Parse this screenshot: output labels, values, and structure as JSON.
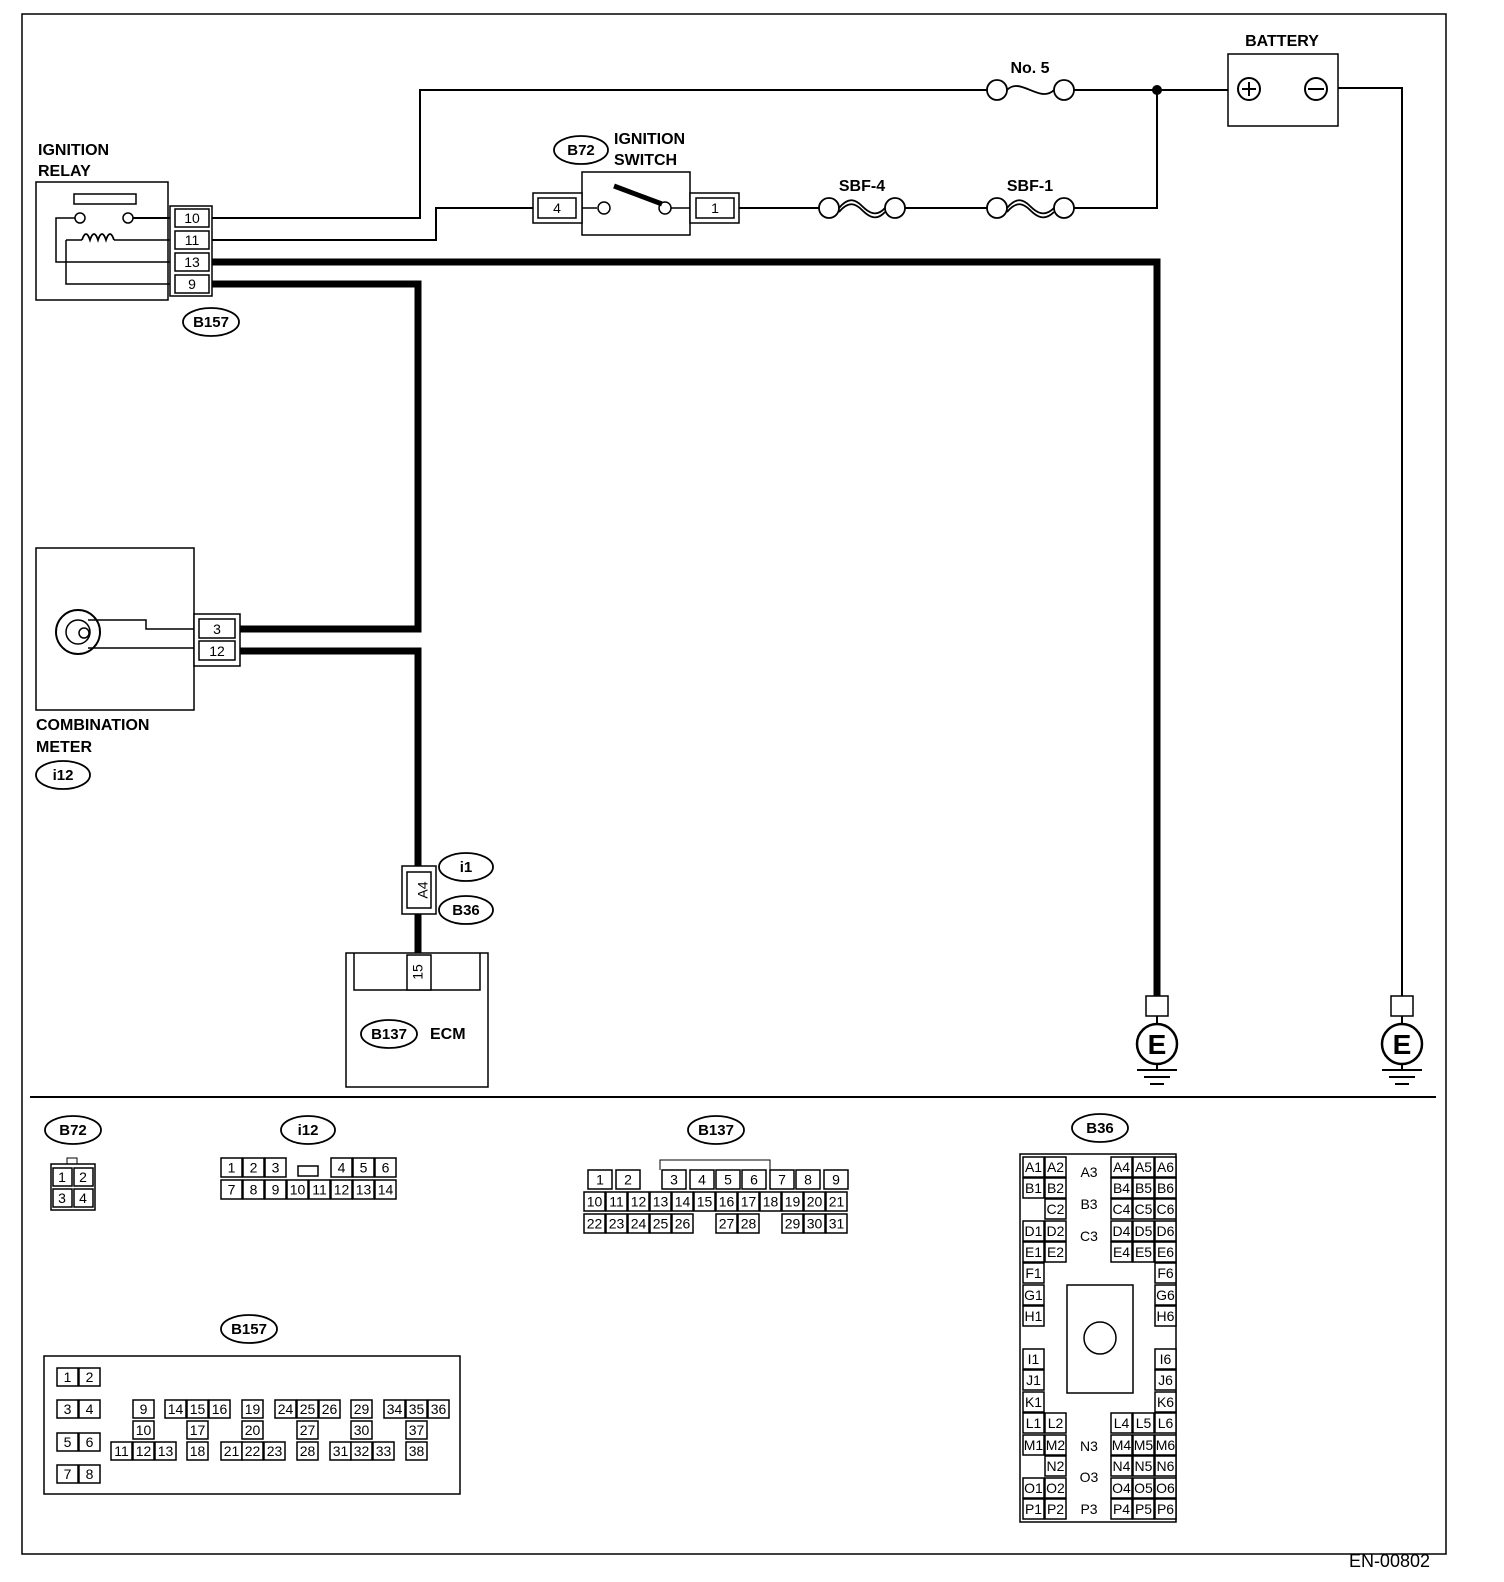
{
  "labels": {
    "ignition_relay": [
      "IGNITION",
      "RELAY"
    ],
    "ignition_switch": [
      "IGNITION",
      "SWITCH"
    ],
    "battery": "BATTERY",
    "fuse_no5": "No. 5",
    "fuse_sbf4": "SBF-4",
    "fuse_sbf1": "SBF-1",
    "combination_meter": [
      "COMBINATION",
      "METER"
    ],
    "ecm": "ECM",
    "ground": "E",
    "battery_plus": "+",
    "battery_minus": "−",
    "figure_code": "EN-00802"
  },
  "connectors": {
    "b72": "B72",
    "b157": "B157",
    "i12": "i12",
    "i1": "i1",
    "b36": "B36",
    "b137": "B137"
  },
  "pins": {
    "relay": [
      "10",
      "11",
      "13",
      "9"
    ],
    "switch_in": "4",
    "switch_out": "1",
    "meter": [
      "3",
      "12"
    ],
    "joint": "A4",
    "ecm": "15"
  },
  "connector_faces": {
    "b72": [
      [
        "1",
        "2"
      ],
      [
        "3",
        "4"
      ]
    ],
    "i12": [
      [
        "1",
        "2",
        "3",
        "",
        "4",
        "5",
        "6"
      ],
      [
        "7",
        "8",
        "9",
        "10",
        "11",
        "12",
        "13",
        "14"
      ]
    ],
    "b137": [
      [
        "1",
        "2",
        "3",
        "4",
        "5",
        "6",
        "7",
        "8",
        "9"
      ],
      [
        "10",
        "11",
        "12",
        "13",
        "14",
        "15",
        "16",
        "17",
        "18",
        "19",
        "20",
        "21"
      ],
      [
        "22",
        "23",
        "24",
        "25",
        "26",
        "27",
        "28",
        "29",
        "30",
        "31"
      ]
    ],
    "b36_left": [
      "A1",
      "A2",
      "B1",
      "B2",
      "C2",
      "D1",
      "D2",
      "E1",
      "E2",
      "F1",
      "G1",
      "H1",
      "I1",
      "J1",
      "K1",
      "L1",
      "L2",
      "M1",
      "M2",
      "N2",
      "O1",
      "O2",
      "P1",
      "P2"
    ],
    "b36_center": [
      "A3",
      "B3",
      "C3",
      "N3",
      "O3",
      "P3"
    ],
    "b36_right": [
      "A4",
      "A5",
      "A6",
      "B4",
      "B5",
      "B6",
      "C4",
      "C5",
      "C6",
      "D4",
      "D5",
      "D6",
      "E4",
      "E5",
      "E6",
      "F6",
      "G6",
      "H6",
      "I6",
      "J6",
      "K6",
      "L4",
      "L5",
      "L6",
      "M4",
      "M5",
      "M6",
      "N4",
      "N5",
      "N6",
      "O4",
      "O5",
      "O6",
      "P4",
      "P5",
      "P6"
    ],
    "b157": [
      "1",
      "2",
      "3",
      "4",
      "5",
      "6",
      "7",
      "8",
      "9",
      "10",
      "11",
      "12",
      "13",
      "14",
      "15",
      "16",
      "17",
      "18",
      "19",
      "20",
      "21",
      "22",
      "23",
      "24",
      "25",
      "26",
      "27",
      "28",
      "29",
      "30",
      "31",
      "32",
      "33",
      "34",
      "35",
      "36",
      "37",
      "38"
    ]
  }
}
